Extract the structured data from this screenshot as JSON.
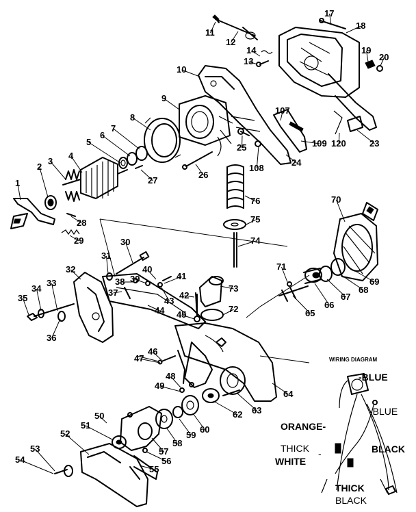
{
  "callouts": [
    {
      "id": "p1",
      "text": "1"
    },
    {
      "id": "p2",
      "text": "2"
    },
    {
      "id": "p3",
      "text": "3"
    },
    {
      "id": "p4",
      "text": "4"
    },
    {
      "id": "p5",
      "text": "5"
    },
    {
      "id": "p6",
      "text": "6"
    },
    {
      "id": "p7",
      "text": "7"
    },
    {
      "id": "p8",
      "text": "8"
    },
    {
      "id": "p9",
      "text": "9"
    },
    {
      "id": "p10",
      "text": "10"
    },
    {
      "id": "p11",
      "text": "11"
    },
    {
      "id": "p12",
      "text": "12"
    },
    {
      "id": "p13",
      "text": "13"
    },
    {
      "id": "p14",
      "text": "14"
    },
    {
      "id": "p17",
      "text": "17"
    },
    {
      "id": "p18",
      "text": "18"
    },
    {
      "id": "p19",
      "text": "19"
    },
    {
      "id": "p20",
      "text": "20"
    },
    {
      "id": "p23",
      "text": "23"
    },
    {
      "id": "p24",
      "text": "24"
    },
    {
      "id": "p25",
      "text": "25"
    },
    {
      "id": "p26",
      "text": "26"
    },
    {
      "id": "p27",
      "text": "27"
    },
    {
      "id": "p28",
      "text": "28"
    },
    {
      "id": "p29",
      "text": "29"
    },
    {
      "id": "p30",
      "text": "30"
    },
    {
      "id": "p31",
      "text": "31"
    },
    {
      "id": "p32",
      "text": "32"
    },
    {
      "id": "p33",
      "text": "33"
    },
    {
      "id": "p34",
      "text": "34"
    },
    {
      "id": "p35",
      "text": "35"
    },
    {
      "id": "p36",
      "text": "36"
    },
    {
      "id": "p37",
      "text": "37"
    },
    {
      "id": "p38",
      "text": "38"
    },
    {
      "id": "p39",
      "text": "39"
    },
    {
      "id": "p40",
      "text": "40"
    },
    {
      "id": "p41",
      "text": "41"
    },
    {
      "id": "p42",
      "text": "42"
    },
    {
      "id": "p43",
      "text": "43"
    },
    {
      "id": "p44",
      "text": "44"
    },
    {
      "id": "p45",
      "text": "45"
    },
    {
      "id": "p46",
      "text": "46"
    },
    {
      "id": "p47",
      "text": "47"
    },
    {
      "id": "p48",
      "text": "48"
    },
    {
      "id": "p49",
      "text": "49"
    },
    {
      "id": "p50",
      "text": "50"
    },
    {
      "id": "p51",
      "text": "51"
    },
    {
      "id": "p52",
      "text": "52"
    },
    {
      "id": "p53",
      "text": "53"
    },
    {
      "id": "p54",
      "text": "54"
    },
    {
      "id": "p55",
      "text": "55"
    },
    {
      "id": "p56",
      "text": "56"
    },
    {
      "id": "p57",
      "text": "57"
    },
    {
      "id": "p58",
      "text": "58"
    },
    {
      "id": "p59",
      "text": "59"
    },
    {
      "id": "p60",
      "text": "60"
    },
    {
      "id": "p62",
      "text": "62"
    },
    {
      "id": "p63",
      "text": "63"
    },
    {
      "id": "p64",
      "text": "64"
    },
    {
      "id": "p65",
      "text": "65"
    },
    {
      "id": "p66",
      "text": "66"
    },
    {
      "id": "p67",
      "text": "67"
    },
    {
      "id": "p68",
      "text": "68"
    },
    {
      "id": "p69",
      "text": "69"
    },
    {
      "id": "p70",
      "text": "70"
    },
    {
      "id": "p71",
      "text": "71"
    },
    {
      "id": "p72",
      "text": "72"
    },
    {
      "id": "p73",
      "text": "73"
    },
    {
      "id": "p74",
      "text": "74"
    },
    {
      "id": "p75",
      "text": "75"
    },
    {
      "id": "p76",
      "text": "76"
    },
    {
      "id": "p107",
      "text": "107"
    },
    {
      "id": "p108",
      "text": "108"
    },
    {
      "id": "p109",
      "text": "109"
    },
    {
      "id": "p120",
      "text": "120"
    }
  ],
  "wiring": {
    "title": "WIRING DIAGRAM",
    "blue_top": "-BLUE",
    "blue_mid": "-BLUE",
    "orange": "ORANGE-",
    "thick_white_1": "THICK",
    "thick_white_2": "WHITE",
    "white_dash": "-",
    "black": "BLACK",
    "thick_black_1": "THICK",
    "thick_black_2": "BLACK"
  }
}
